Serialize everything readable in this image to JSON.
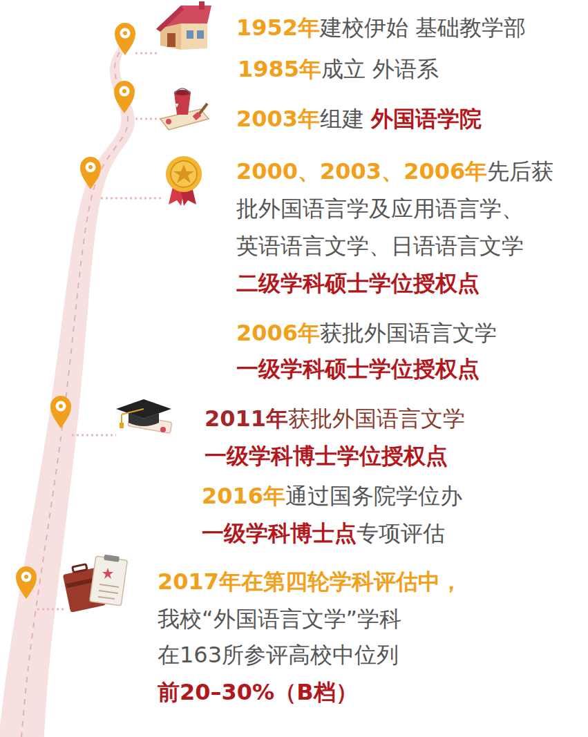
{
  "diagram": {
    "labels": [
      "1952年",
      "建校伊始 基础教学部",
      "1985年",
      "成立 外语系",
      "2003年",
      "组建",
      "外国语学院",
      "2000、2003、2006年",
      "先后获",
      "批外国语言学及应用语言学、",
      "英语语言文学、日语语言文学",
      "二级学科硕士学位授权点",
      "2006年",
      "获批外国语言文学",
      "一级学科硕士学位授权点",
      "2011年",
      "获批外国语言文学",
      "一级学科博士学位授权点",
      "2016年",
      "通过国务院学位办",
      "一级学科博士点",
      "专项评估",
      "2017年在第四轮学科评估中，",
      "我校“外国语言文学”学科",
      "在163所参评高校中位列",
      "前20–30%（B档）"
    ]
  }
}
